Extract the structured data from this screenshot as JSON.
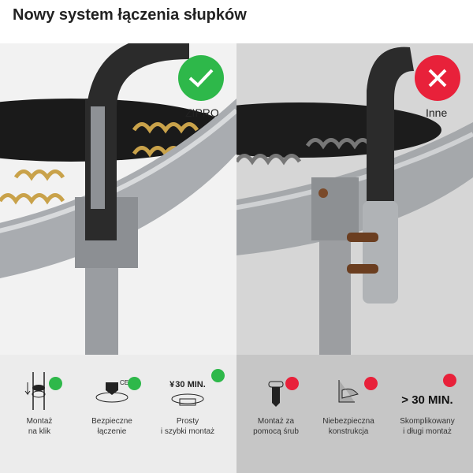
{
  "title": "Nowy system łączenia słupków",
  "left": {
    "brand": "ZIPRO",
    "status": "check",
    "color": "#2eb84a",
    "features": [
      {
        "label": "Montaż\nna klik",
        "icon": "click-mount-icon"
      },
      {
        "label": "Bezpieczne\nłączenie",
        "icon": "ce-shield-icon"
      },
      {
        "label": "Prosty\ni szybki montaż",
        "icon": "30-min-icon",
        "icon_text": "30 MIN."
      }
    ]
  },
  "right": {
    "brand": "Inne",
    "status": "cross",
    "color": "#e8213a",
    "features": [
      {
        "label": "Montaż za\npomocą śrub",
        "icon": "screw-icon"
      },
      {
        "label": "Niebezpieczna\nkonstrukcja",
        "icon": "unsafe-frame-icon"
      },
      {
        "label": "Skomplikowany\ni długi montaż",
        "icon": "over-30-min-icon",
        "icon_text": "> 30 MIN."
      }
    ]
  }
}
